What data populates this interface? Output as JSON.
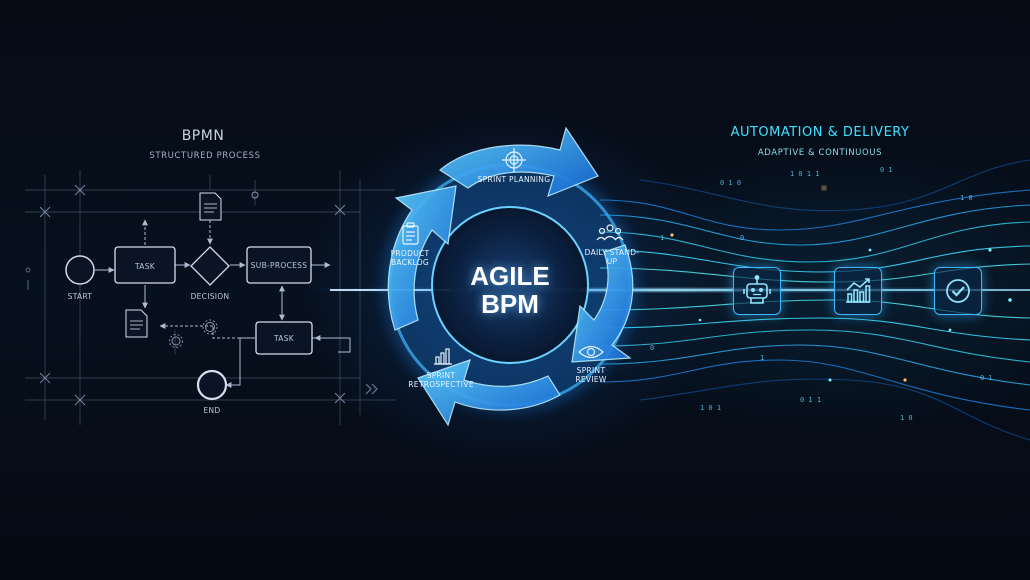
{
  "bpmn": {
    "title": "BPMN",
    "subtitle": "STRUCTURED PROCESS",
    "nodes": {
      "start": "START",
      "task1": "TASK",
      "decision": "DECISION",
      "subprocess": "SUB-PROCESS",
      "task2": "TASK",
      "end": "END"
    }
  },
  "cycle": {
    "center_line1": "AGILE",
    "center_line2": "BPM",
    "stages": {
      "sprint_planning": "SPRINT PLANNING",
      "daily_standup": "DAILY STAND-UP",
      "sprint_review": "SPRINT REVIEW",
      "sprint_retrospective": "SPRINT RETROSPECTIVE",
      "product_backlog": "PRODUCT BACKLOG"
    }
  },
  "automation": {
    "title": "AUTOMATION & DELIVERY",
    "subtitle": "ADAPTIVE & CONTINUOUS",
    "icons": [
      "robot-icon",
      "chart-growth-icon",
      "checkmark-icon"
    ]
  },
  "colors": {
    "background": "#050a14",
    "accent_cyan": "#3fdfff",
    "accent_blue": "#1e8fff",
    "bpmn_line": "#8fa3bf",
    "automation_title": "#3fe0ff"
  }
}
